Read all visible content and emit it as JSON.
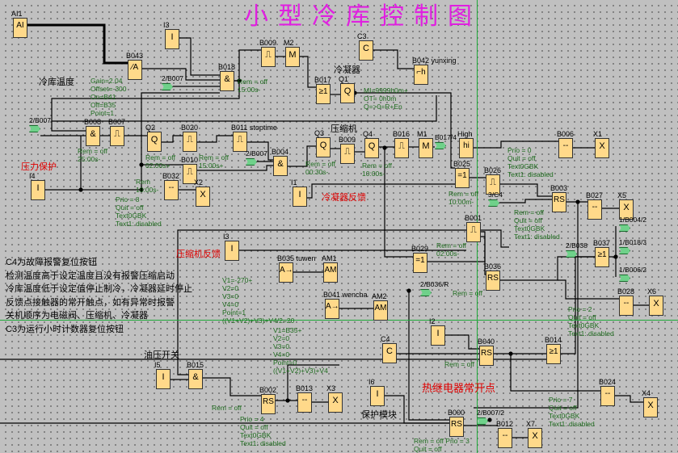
{
  "title": "小型冷库控制图",
  "blocks": [
    {
      "id": "AI1",
      "sym": "AI"
    },
    {
      "id": "I3",
      "sym": "I"
    },
    {
      "id": "B043",
      "sym": "⁄A"
    },
    {
      "id": "B018",
      "sym": "&"
    },
    {
      "id": "B009",
      "sym": "⎍"
    },
    {
      "id": "M2",
      "sym": "M"
    },
    {
      "id": "B017",
      "sym": "≥1"
    },
    {
      "id": "C3",
      "sym": "C"
    },
    {
      "id": "B042 yunxing",
      "sym": "⌐h"
    },
    {
      "id": "Q1",
      "sym": "Q"
    },
    {
      "id": "B008",
      "sym": "&"
    },
    {
      "id": "B007",
      "sym": "⎍"
    },
    {
      "id": "Q2",
      "sym": "Q"
    },
    {
      "id": "B020",
      "sym": "⎍"
    },
    {
      "id": "B011 stoptime",
      "sym": "⎍"
    },
    {
      "id": "B010",
      "sym": "⎍"
    },
    {
      "id": "B004",
      "sym": "&"
    },
    {
      "id": "Q3",
      "sym": "Q"
    },
    {
      "id": "B009",
      "sym": "⎍"
    },
    {
      "id": "Q4",
      "sym": "Q"
    },
    {
      "id": "B016",
      "sym": "⎍"
    },
    {
      "id": "M1",
      "sym": "M"
    },
    {
      "id": "High",
      "sym": "hi"
    },
    {
      "id": "B025",
      "sym": "=1"
    },
    {
      "id": "B026",
      "sym": "⎍"
    },
    {
      "id": "B003",
      "sym": "RS"
    },
    {
      "id": "B027",
      "sym": "--"
    },
    {
      "id": "X5",
      "sym": "X"
    },
    {
      "id": "B006",
      "sym": "--"
    },
    {
      "id": "X1",
      "sym": "X"
    },
    {
      "id": "B032",
      "sym": "--"
    },
    {
      "id": "X2",
      "sym": "X"
    },
    {
      "id": "I4",
      "sym": "I"
    },
    {
      "id": "I1",
      "sym": "I"
    },
    {
      "id": "I3",
      "sym": "I"
    },
    {
      "id": "B035 tuwen",
      "sym": "A→"
    },
    {
      "id": "AM1",
      "sym": "AM"
    },
    {
      "id": "B041 wencha",
      "sym": "A→"
    },
    {
      "id": "AM2",
      "sym": "AM"
    },
    {
      "id": "B001",
      "sym": "⎍"
    },
    {
      "id": "B029",
      "sym": "=1"
    },
    {
      "id": "B036",
      "sym": "RS"
    },
    {
      "id": "B037",
      "sym": "≥1"
    },
    {
      "id": "B028",
      "sym": "--"
    },
    {
      "id": "X6",
      "sym": "X"
    },
    {
      "id": "I2",
      "sym": "I"
    },
    {
      "id": "B040",
      "sym": "RS"
    },
    {
      "id": "B014",
      "sym": "≥1"
    },
    {
      "id": "C4",
      "sym": "C"
    },
    {
      "id": "I5",
      "sym": "I"
    },
    {
      "id": "B015",
      "sym": "&"
    },
    {
      "id": "B002",
      "sym": "RS"
    },
    {
      "id": "B013",
      "sym": "--"
    },
    {
      "id": "X3",
      "sym": "X"
    },
    {
      "id": "I6",
      "sym": "I"
    },
    {
      "id": "B000",
      "sym": "RS"
    },
    {
      "id": "B012",
      "sym": "--"
    },
    {
      "id": "X7",
      "sym": "X"
    },
    {
      "id": "B024",
      "sym": "--"
    },
    {
      "id": "X4",
      "sym": "X"
    }
  ],
  "connectors": [
    "2/B007",
    "2/B007",
    "2/B007",
    "B017/4",
    "3/C4",
    "1/B004/2",
    "1/B018/3",
    "1/B006/2",
    "2/B038",
    "2/B036/R",
    "2/B007/2"
  ],
  "params": [
    "Gain=2.04\nOffset=-300\nOn=B41\nOff=B35\nPoint=1",
    "Rem = off\n15:00s-",
    "Rem = off\n25:00s-",
    "Rem = off\n02:00s+",
    "Rem = off\n15:00s+",
    "Rem = off\n00:30s-",
    "Rem = off\n10:00s-",
    "Rem\n10:00s-",
    "Prio = 8\nQuit = off\nText0GBK\nText1: disabled",
    "MI=9999h0m+\nOT=  0h0m\nQ=>0=R+En",
    "Prio = 0\nQuit = off\nText0GBK\nText1: disabled",
    "Rem = off\n10:00m-",
    "Rem = off\nQuit = off\nText0GBK\nText1: disabled",
    "Rem = off\n02:00s-",
    "Rem = off",
    "V1=-270+\nV2=0\nV3=0\nV4=0\nPoint=1\n((V1+V2)+V3)+V4/2=20",
    "V1=B35+\nV2=0\nV3=0\nV4=0\nPoint=0\n((V1+V2)+V3)+V4",
    "Prio = 2\nQuit = off\nText0GBK\nText1: disabled",
    "Rem = off",
    "Prio = 4\nQuit = off\nText0GBK\nText1: disabled",
    "Rem = off",
    "Rem = off  Prio = 3\nQuit = off",
    "Prio = 7\nQuit = off\nText0GBK\nText1: disabled"
  ],
  "labels": {
    "red": [
      "压力保护",
      "冷凝器反馈",
      "压缩机反馈",
      "热继电器常开点"
    ],
    "black": [
      "冷库温度",
      "冷凝器",
      "压缩机",
      "油压开关",
      "保护模块"
    ]
  },
  "notes": [
    "C4为故障报警复位按钮",
    "检测温度高于设定温度且没有报警压缩启动",
    "冷库温度低于设定值停止制冷，冷凝器延时停止",
    "反馈点接触器的常开触点，如有异常时报警",
    "关机顺序为电磁阀、压缩机、冷凝器",
    "C3为运行小时计数器复位按钮"
  ]
}
